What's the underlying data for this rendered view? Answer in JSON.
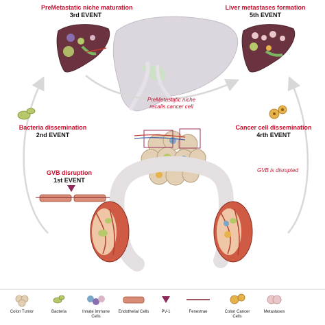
{
  "events": {
    "e3_title": "PreMetastatic niche maturation",
    "e3_event": "3rd EVENT",
    "e5_title": "Liver metastases formation",
    "e5_event": "5th EVENT",
    "e2_title": "Bacteria dissemination",
    "e2_event": "2nd EVENT",
    "e4_title": "Cancer cell dissemination",
    "e4_event": "4rth EVENT",
    "e1_title": "GVB disruption",
    "e1_event": "1st EVENT"
  },
  "annotations": {
    "niche_line1": "PreMetastatic niche",
    "niche_line2": "recalls cancer cell",
    "gvb_disrupted": "GVB is disrupted"
  },
  "legend": [
    {
      "label": "Colon Tumor"
    },
    {
      "label": "Bacteria"
    },
    {
      "label": "Innate Immune Cells"
    },
    {
      "label": "Endothelial Cells"
    },
    {
      "label": "PV-1"
    },
    {
      "label": "Fenestrae"
    },
    {
      "label": "Colon Cancer Cells"
    },
    {
      "label": "Metastases"
    }
  ],
  "colors": {
    "accent_red": "#c8102e",
    "liver_dark": "#6b3340",
    "liver_ghost": "#d9d4dc",
    "bacteria_green": "#b6c96a",
    "cancer_cell": "#e8b24a",
    "vessel_red": "#b5402f"
  }
}
